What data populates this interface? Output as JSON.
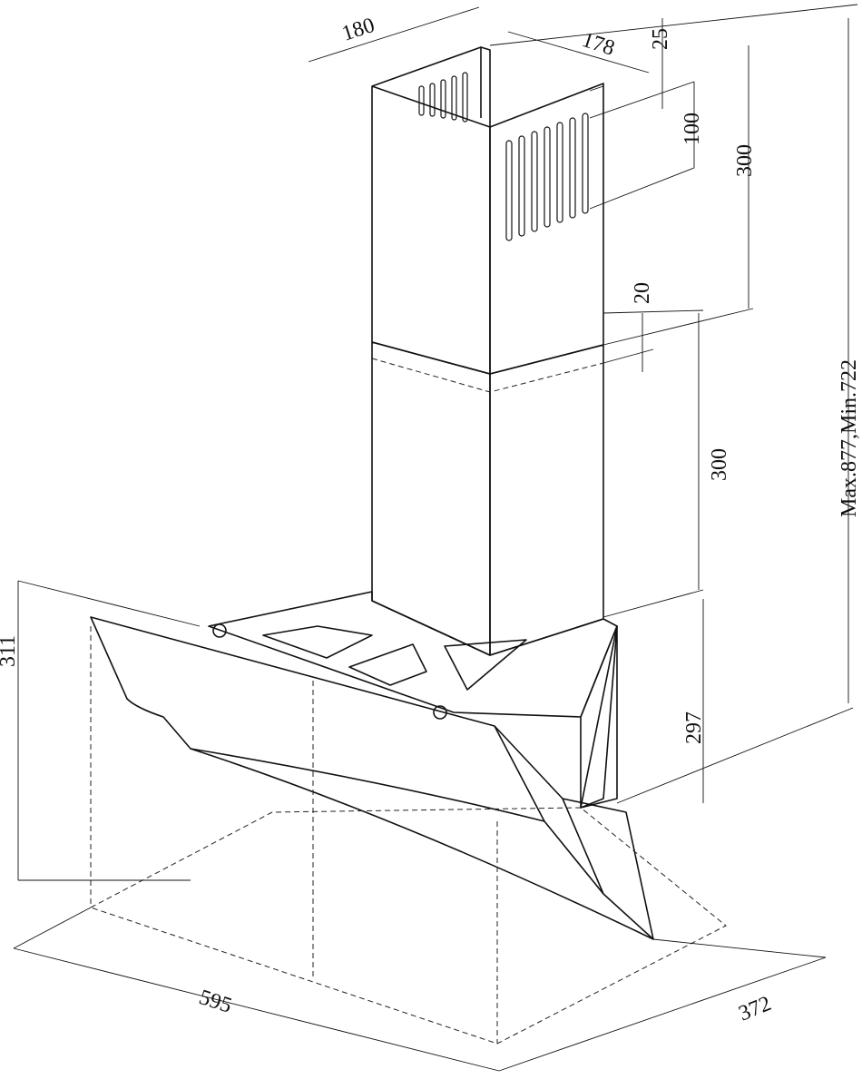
{
  "title": "Cooker hood dimensional drawing",
  "dimensions": {
    "chimney_width": "180",
    "chimney_depth": "178",
    "top_gap": "25",
    "vent_height": "100",
    "upper_chimney_height": "300",
    "overlap": "20",
    "lower_chimney_height": "300",
    "total_height": "Max.877,Min.722",
    "hood_height_front": "311",
    "hood_body_height": "297",
    "hood_width": "595",
    "hood_depth": "372"
  }
}
